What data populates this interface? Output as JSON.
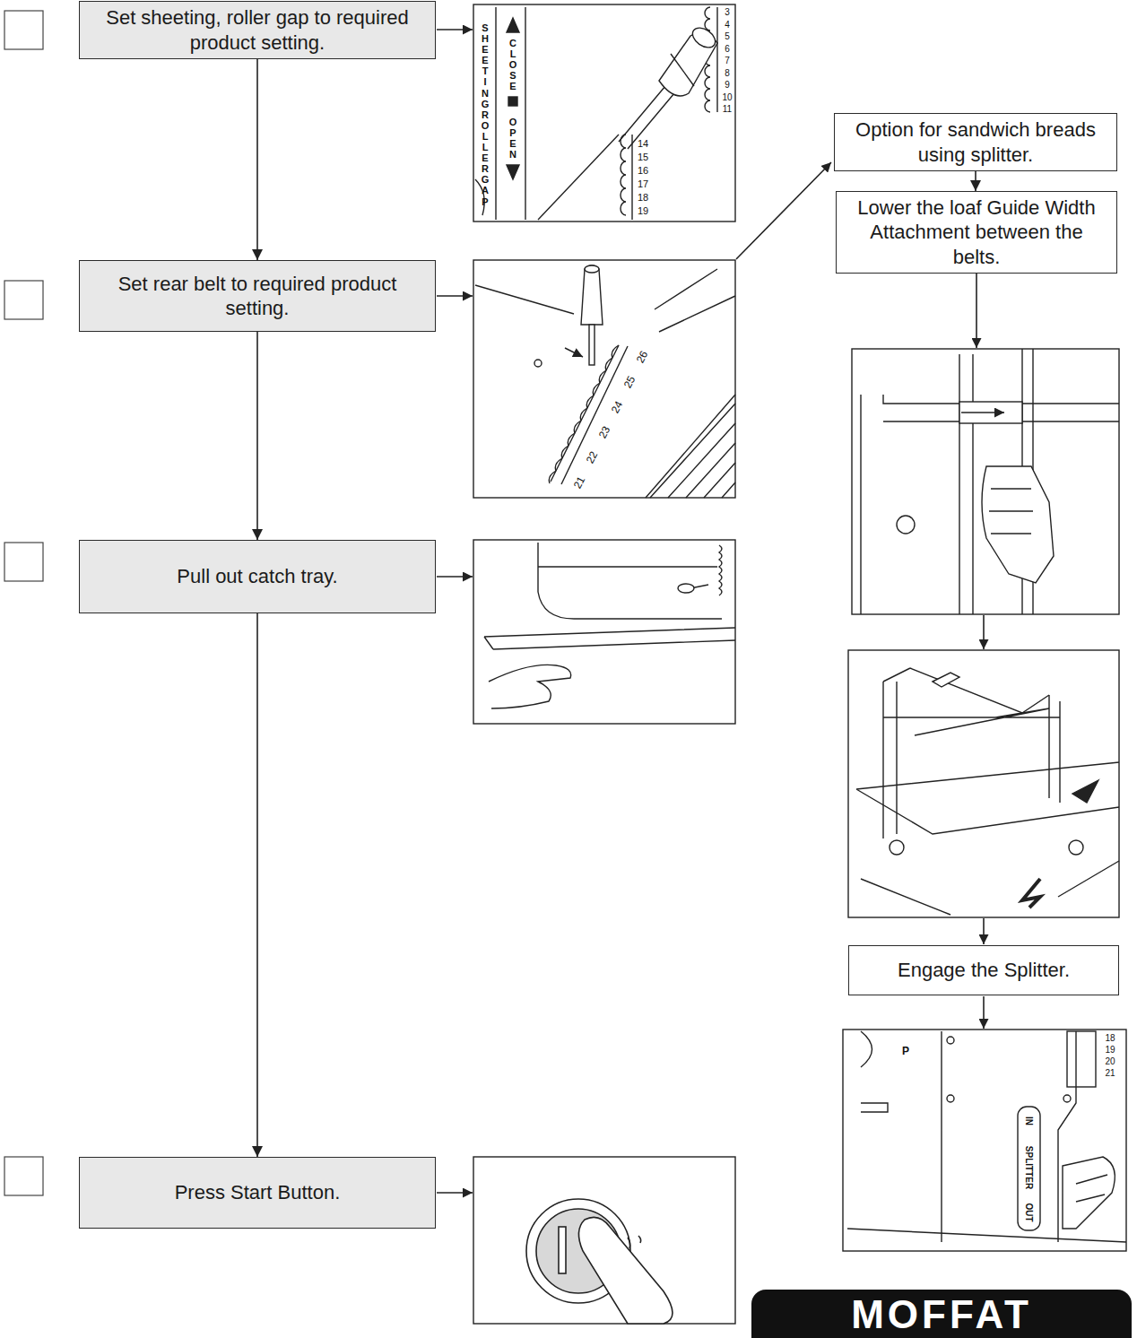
{
  "diagram": {
    "nodes": [
      {
        "text": [
          "Set sheeting, roller gap to required product setting."
        ]
      },
      {
        "text": [
          "Set rear belt to required product setting."
        ]
      },
      {
        "text": [
          "Pull out catch tray."
        ]
      },
      {
        "text": [
          "Press Start Button."
        ]
      },
      {
        "text": [
          "Option for sandwich breads using splitter."
        ]
      },
      {
        "text": [
          "Lower the loaf Guide Width Attachment between the belts."
        ]
      },
      {
        "text": [
          "Engage the Splitter."
        ]
      }
    ],
    "edges": [
      {
        "from": 0,
        "to": 1,
        "arrow": "to"
      },
      {
        "from": 1,
        "to": 2,
        "arrow": "to"
      },
      {
        "from": 2,
        "to": 3,
        "arrow": "to"
      },
      {
        "from": 4,
        "to": 5,
        "arrow": "to"
      }
    ],
    "labels": [
      "SHEETING ROLLER GAP",
      "CLOSE",
      "OPEN",
      "3",
      "4",
      "5",
      "6",
      "7",
      "8",
      "9",
      "10",
      "11",
      "14",
      "15",
      "16",
      "17",
      "18",
      "19",
      "26",
      "25",
      "24",
      "23",
      "22",
      "21",
      "18",
      "19",
      "20",
      "21",
      "P",
      "IN",
      "SPLITTER",
      "OUT",
      "MOFFAT"
    ]
  }
}
